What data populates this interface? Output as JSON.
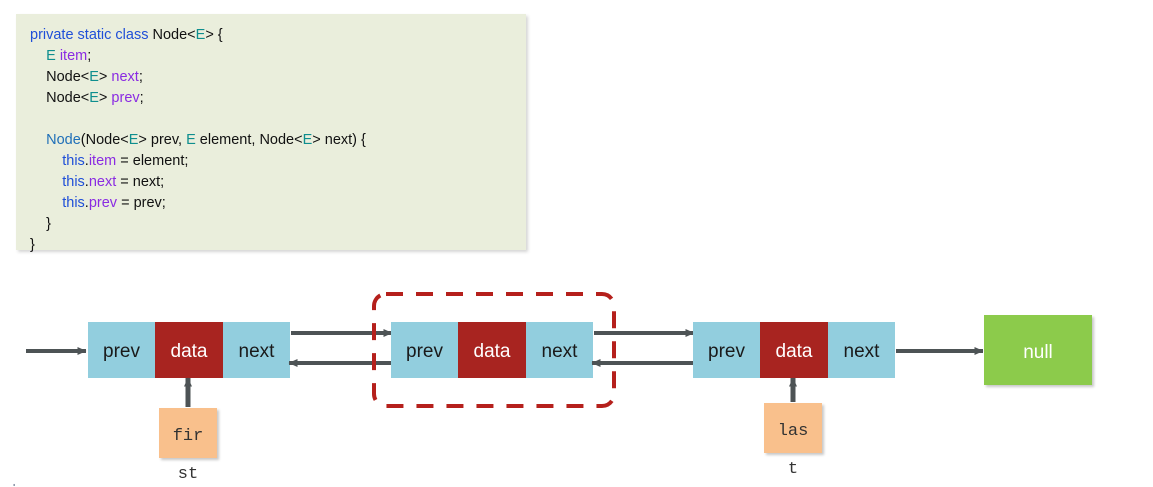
{
  "code_block": {
    "background_color": "#EAEEDC",
    "language": "java",
    "lines": [
      [
        {
          "t": "private static class ",
          "c": "kw"
        },
        {
          "t": "Node<",
          "c": "pl"
        },
        {
          "t": "E",
          "c": "typ"
        },
        {
          "t": "> {",
          "c": "pl"
        }
      ],
      [
        {
          "t": "    E",
          "c": "typ"
        },
        {
          "t": " ",
          "c": "pl"
        },
        {
          "t": "item",
          "c": "fld"
        },
        {
          "t": ";",
          "c": "pl"
        }
      ],
      [
        {
          "t": "    Node<",
          "c": "pl"
        },
        {
          "t": "E",
          "c": "typ"
        },
        {
          "t": "> ",
          "c": "pl"
        },
        {
          "t": "next",
          "c": "fld"
        },
        {
          "t": ";",
          "c": "pl"
        }
      ],
      [
        {
          "t": "    Node<",
          "c": "pl"
        },
        {
          "t": "E",
          "c": "typ"
        },
        {
          "t": "> ",
          "c": "pl"
        },
        {
          "t": "prev",
          "c": "fld"
        },
        {
          "t": ";",
          "c": "pl"
        }
      ],
      [
        {
          "t": "",
          "c": "pl"
        }
      ],
      [
        {
          "t": "    Node",
          "c": "ctor"
        },
        {
          "t": "(Node<",
          "c": "pl"
        },
        {
          "t": "E",
          "c": "typ"
        },
        {
          "t": "> prev, ",
          "c": "pl"
        },
        {
          "t": "E",
          "c": "typ"
        },
        {
          "t": " element, Node<",
          "c": "pl"
        },
        {
          "t": "E",
          "c": "typ"
        },
        {
          "t": "> next) {",
          "c": "pl"
        }
      ],
      [
        {
          "t": "        this",
          "c": "kw"
        },
        {
          "t": ".",
          "c": "pl"
        },
        {
          "t": "item",
          "c": "fld"
        },
        {
          "t": " = element;",
          "c": "pl"
        }
      ],
      [
        {
          "t": "        this",
          "c": "kw"
        },
        {
          "t": ".",
          "c": "pl"
        },
        {
          "t": "next",
          "c": "fld"
        },
        {
          "t": " = next;",
          "c": "pl"
        }
      ],
      [
        {
          "t": "        this",
          "c": "kw"
        },
        {
          "t": ".",
          "c": "pl"
        },
        {
          "t": "prev",
          "c": "fld"
        },
        {
          "t": " = prev;",
          "c": "pl"
        }
      ],
      [
        {
          "t": "    }",
          "c": "pl"
        }
      ],
      [
        {
          "t": "}",
          "c": "pl"
        }
      ]
    ]
  },
  "diagram": {
    "colors": {
      "cell_blue": "#92CEDE",
      "cell_red": "#A82420",
      "null_green": "#8CCB4C",
      "pointer_orange": "#F9C08C",
      "arrow_gray": "#4D5355",
      "highlight_dashed": "#B5201C",
      "text_dark": "#1A1A1A",
      "text_light": "#FFFFFF"
    },
    "nodes": [
      {
        "id": "node-1",
        "highlighted": false,
        "cells": [
          {
            "label": "prev",
            "fill": "blue"
          },
          {
            "label": "data",
            "fill": "red"
          },
          {
            "label": "next",
            "fill": "blue"
          }
        ]
      },
      {
        "id": "node-2",
        "highlighted": true,
        "cells": [
          {
            "label": "prev",
            "fill": "blue"
          },
          {
            "label": "data",
            "fill": "red"
          },
          {
            "label": "next",
            "fill": "blue"
          }
        ]
      },
      {
        "id": "node-3",
        "highlighted": false,
        "cells": [
          {
            "label": "prev",
            "fill": "blue"
          },
          {
            "label": "data",
            "fill": "red"
          },
          {
            "label": "next",
            "fill": "blue"
          }
        ]
      }
    ],
    "null_box": {
      "label": "null"
    },
    "pointers": [
      {
        "id": "first-pointer",
        "box_label": "fir",
        "overflow_label": "st",
        "full_label": "first",
        "target_node": "node-1"
      },
      {
        "id": "last-pointer",
        "box_label": "las",
        "overflow_label": "t",
        "full_label": "last",
        "target_node": "node-3"
      }
    ],
    "links": [
      {
        "id": "entry-arrow",
        "from": "left-edge",
        "to": "node-1",
        "direction": "right"
      },
      {
        "id": "node1-next-to-node2",
        "from": "node-1",
        "to": "node-2",
        "direction": "right"
      },
      {
        "id": "node2-prev-to-node1",
        "from": "node-2",
        "to": "node-1",
        "direction": "left"
      },
      {
        "id": "node2-next-to-node3",
        "from": "node-2",
        "to": "node-3",
        "direction": "right"
      },
      {
        "id": "node3-prev-to-node2",
        "from": "node-3",
        "to": "node-2",
        "direction": "left"
      },
      {
        "id": "node3-next-to-null",
        "from": "node-3",
        "to": "null-box",
        "direction": "right"
      }
    ],
    "cut_off_text": "."
  }
}
